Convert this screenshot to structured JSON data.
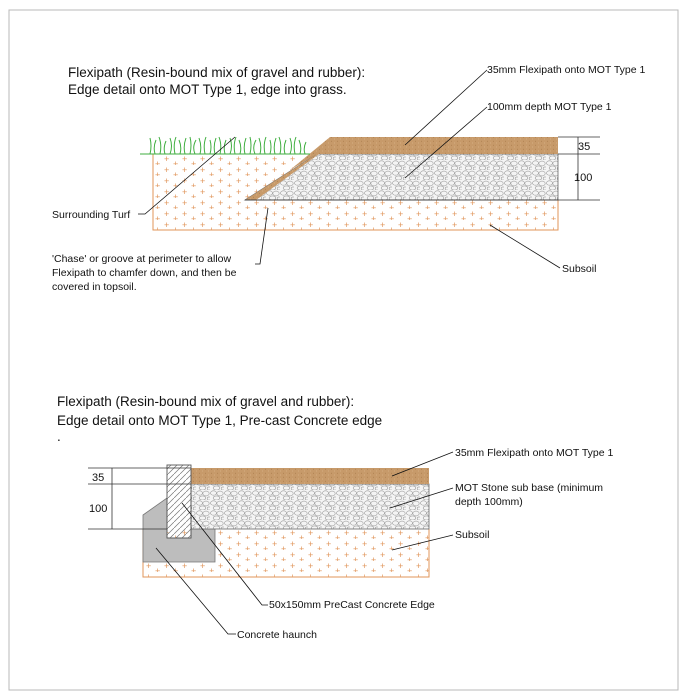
{
  "detail1": {
    "title_line1": "Flexipath (Resin-bound mix of gravel and rubber):",
    "title_line2": "Edge detail onto MOT Type 1, edge into grass.",
    "label_flexipath": "35mm Flexipath onto MOT Type 1",
    "label_mot": "100mm depth MOT Type 1",
    "label_turf": "Surrounding Turf",
    "label_chase_line1": "'Chase' or groove at perimeter to allow",
    "label_chase_line2": "Flexipath to chamfer down, and then be",
    "label_chase_line3": "covered in topsoil.",
    "label_subsoil": "Subsoil",
    "dim_top": "35",
    "dim_depth": "100"
  },
  "detail2": {
    "title_line1": "Flexipath (Resin-bound mix of gravel and rubber):",
    "title_line2": "Edge detail onto MOT Type 1, Pre-cast Concrete edge",
    "title_dot": ".",
    "label_flexipath": "35mm Flexipath onto MOT Type 1",
    "label_mot_line1": "MOT Stone sub base (minimum",
    "label_mot_line2": "depth 100mm)",
    "label_subsoil": "Subsoil",
    "label_edge": "50x150mm PreCast Concrete Edge",
    "label_haunch": "Concrete haunch",
    "dim_top": "35",
    "dim_depth": "100"
  },
  "colors": {
    "resin": "#c79a6a",
    "grass": "#3fae3f",
    "subsoil_mark": "#e0955a",
    "concrete": "#bdbdbd",
    "gravel": "#f0f0f0"
  }
}
